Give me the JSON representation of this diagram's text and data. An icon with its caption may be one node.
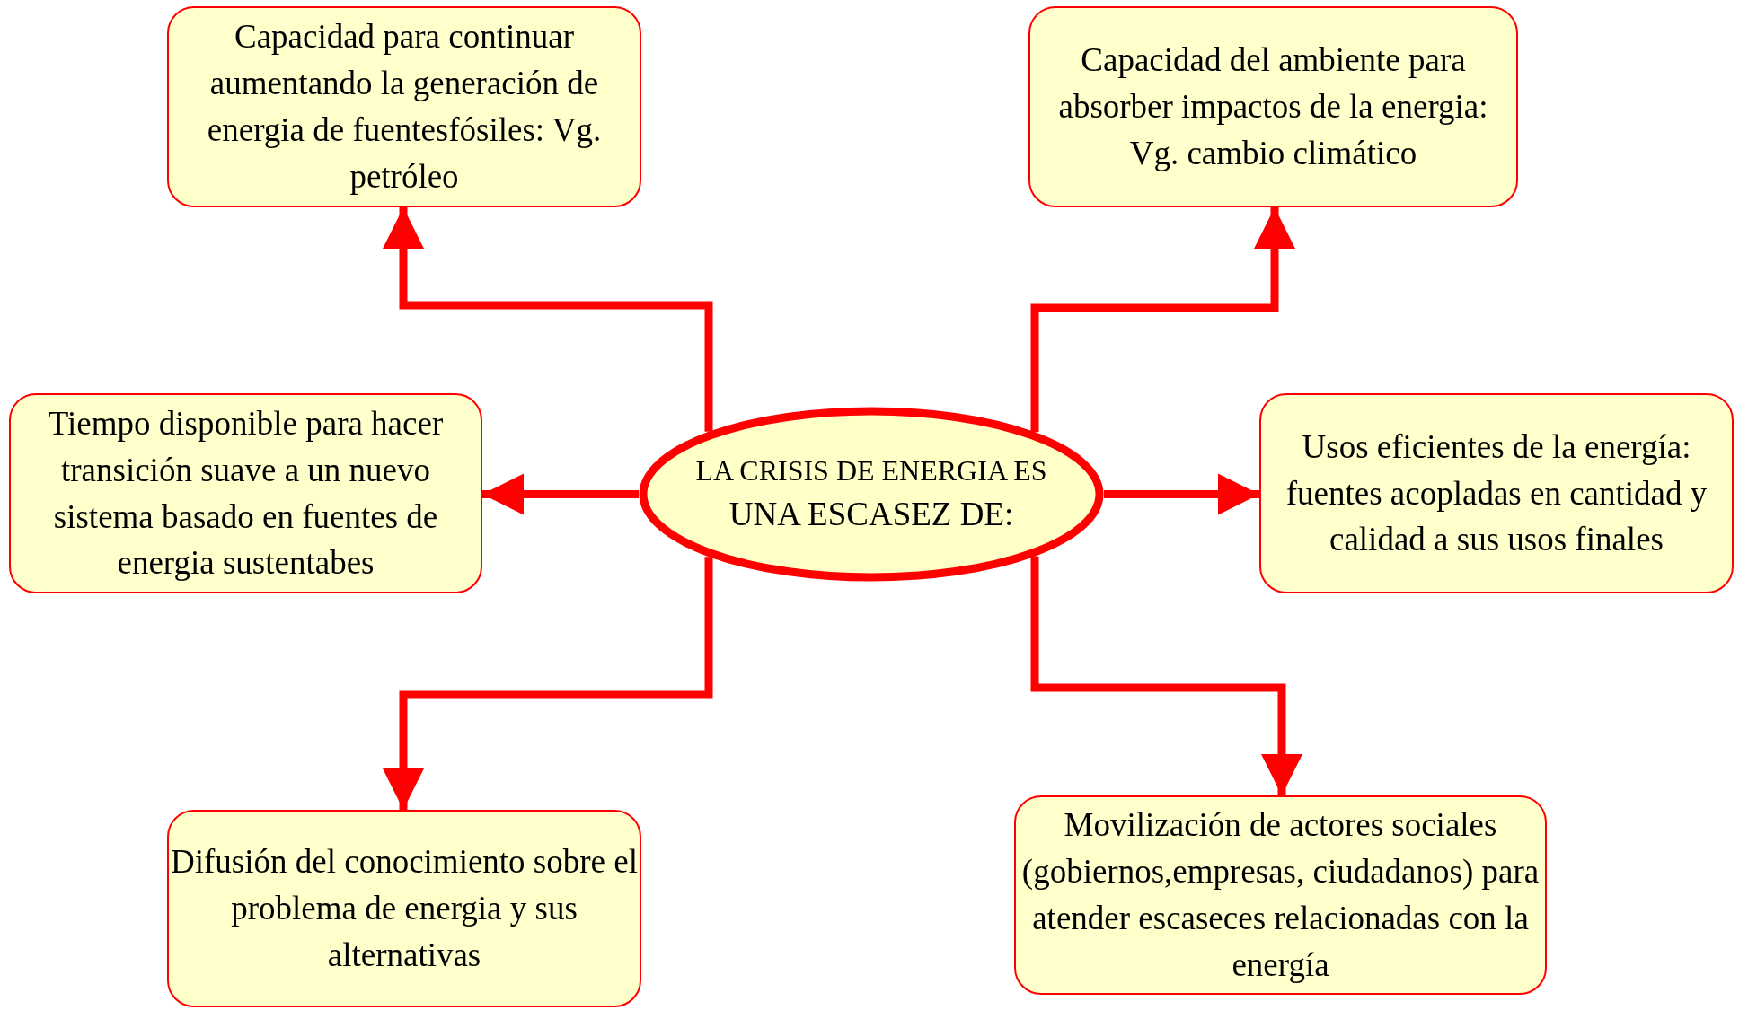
{
  "diagram": {
    "nodes": [
      {
        "text": [
          "LA CRISIS DE ENERGIA ES",
          "UNA ESCASEZ DE:"
        ]
      },
      {
        "text": [
          "Capacidad para continuar aumentando la generación de energia de fuentesfósiles: Vg. petróleo"
        ]
      },
      {
        "text": [
          "Capacidad del ambiente para absorber impactos de la energia: Vg. cambio climático"
        ]
      },
      {
        "text": [
          "Tiempo disponible para hacer transición suave a un nuevo sistema basado en fuentes de energia sustentabes"
        ]
      },
      {
        "text": [
          "Usos eficientes de la energía: fuentes  acopladas en cantidad y calidad a sus usos finales"
        ]
      },
      {
        "text": [
          "Difusión del conocimiento sobre el problema de energia y sus alternativas"
        ]
      },
      {
        "text": [
          "Movilización de actores sociales (gobiernos,empresas, ciudadanos) para atender escaseces relacionadas con la energía"
        ]
      }
    ],
    "edges": [
      {
        "from": 0,
        "to": 1,
        "arrow": "to"
      },
      {
        "from": 0,
        "to": 2,
        "arrow": "to"
      },
      {
        "from": 0,
        "to": 3,
        "arrow": "to"
      },
      {
        "from": 0,
        "to": 4,
        "arrow": "to"
      },
      {
        "from": 0,
        "to": 5,
        "arrow": "to"
      },
      {
        "from": 0,
        "to": 6,
        "arrow": "to"
      }
    ]
  }
}
